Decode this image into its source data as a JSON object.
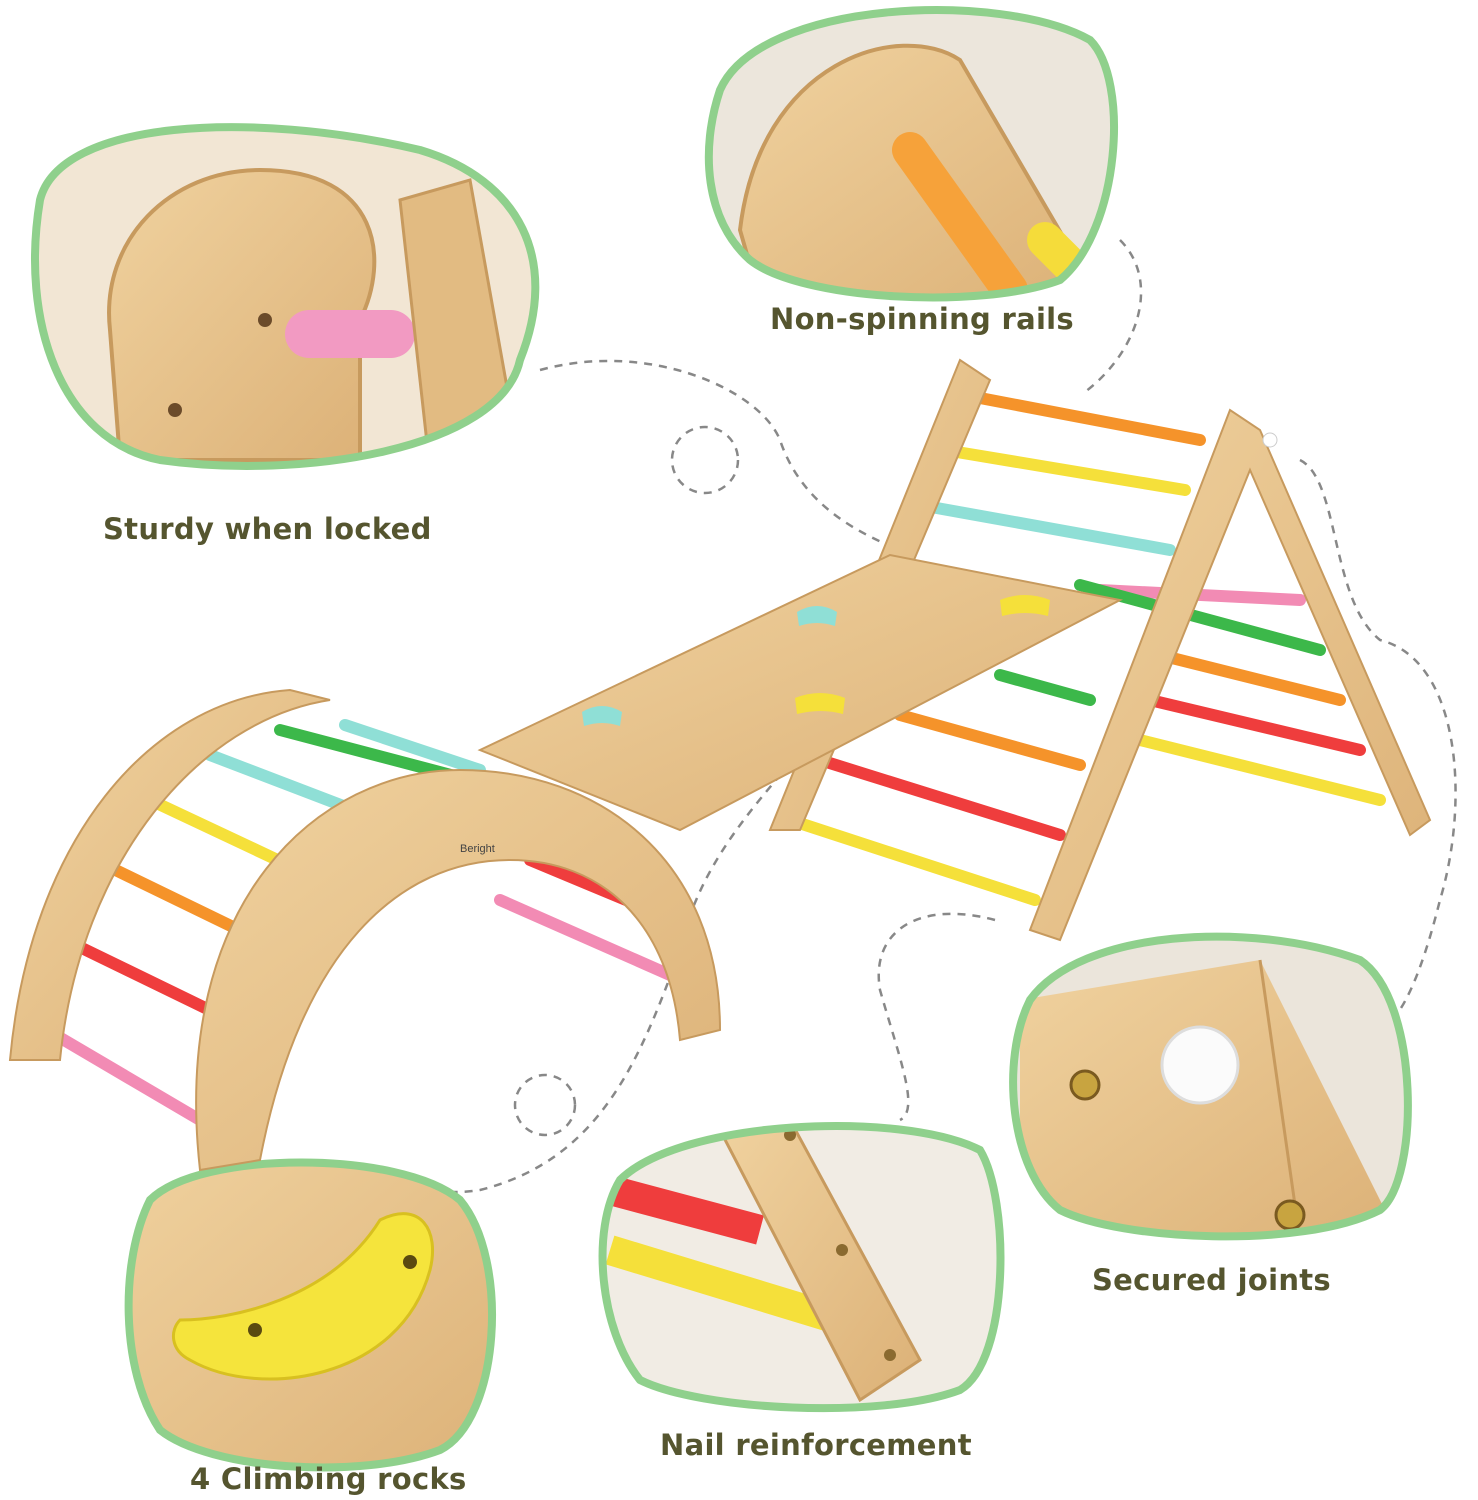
{
  "brand": "Beright",
  "callouts": [
    {
      "id": "sturdy",
      "text": "Sturdy when locked"
    },
    {
      "id": "rails",
      "text": "Non-spinning rails"
    },
    {
      "id": "joints",
      "text": "Secured joints"
    },
    {
      "id": "nails",
      "text": "Nail reinforcement"
    },
    {
      "id": "rocks",
      "text": "4 Climbing rocks"
    }
  ],
  "colors": {
    "label": "#55552f",
    "frame": "#8fd08c",
    "wood": "#e6c28a",
    "rungs": [
      "#f28bb4",
      "#ef3d3d",
      "#f5932a",
      "#f5e03a",
      "#8fdfd6",
      "#3cb84a"
    ]
  }
}
